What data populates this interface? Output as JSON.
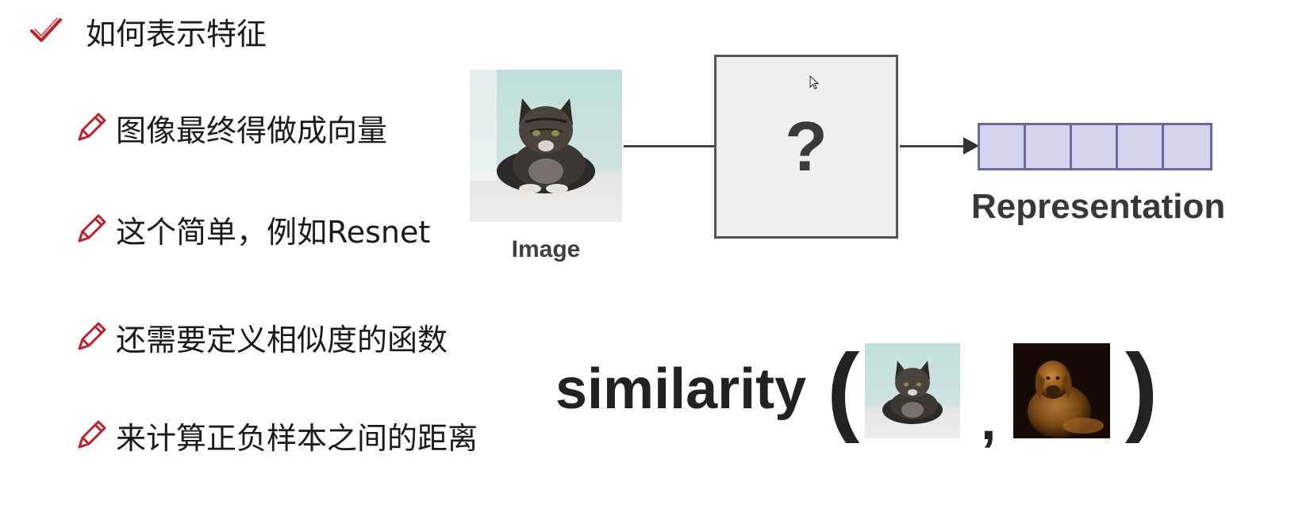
{
  "slide": {
    "title": "如何表示特征",
    "bullets": [
      "图像最终得做成向量",
      "这个简单，例如Resnet",
      "还需要定义相似度的函数",
      "来计算正负样本之间的距离"
    ]
  },
  "diagram": {
    "image_label": "Image",
    "box_symbol": "?",
    "output_label": "Representation",
    "vector_cells": 5,
    "colors": {
      "vector_fill": "#d7d5ee",
      "vector_border": "#6a6a9e",
      "box_fill": "#efefef"
    }
  },
  "similarity": {
    "func_name": "similarity",
    "open_paren": "(",
    "comma": ",",
    "close_paren": ")"
  },
  "icons": {
    "title_icon": "check-icon",
    "bullet_icon": "pencil-icon",
    "accent": "#c0202a"
  }
}
